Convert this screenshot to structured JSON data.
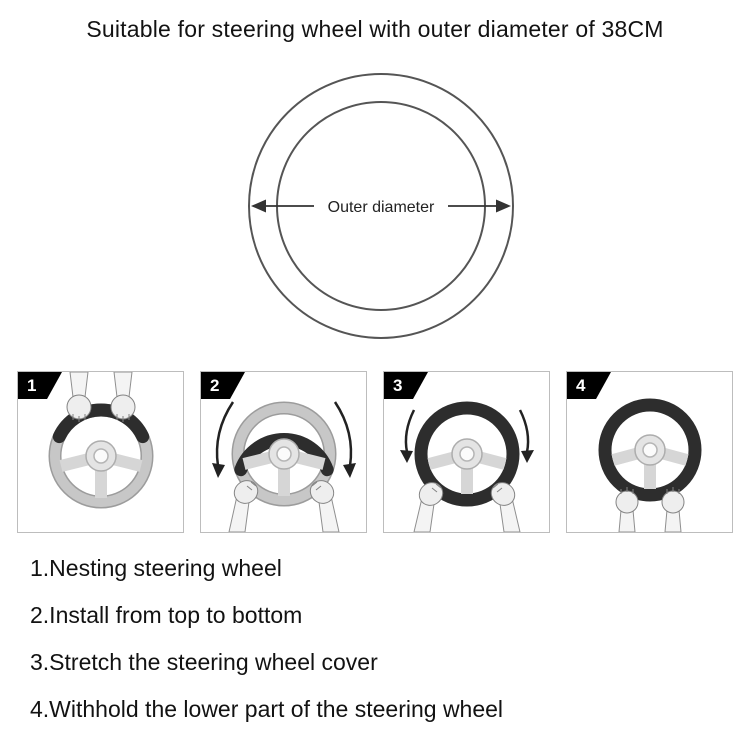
{
  "title": "Suitable for steering wheel with outer diameter of 38CM",
  "diagram": {
    "arrow_label": "Outer diameter"
  },
  "steps": [
    {
      "badge": "1",
      "illustration": "hands-nesting-wheel-top"
    },
    {
      "badge": "2",
      "illustration": "pull-cover-down-both-sides"
    },
    {
      "badge": "3",
      "illustration": "stretch-cover-over-rim"
    },
    {
      "badge": "4",
      "illustration": "hold-lower-part-of-wheel"
    }
  ],
  "instructions": [
    "1.Nesting steering wheel",
    "2.Install from top to bottom",
    "3.Stretch the steering wheel cover",
    "4.Withhold the lower part of the steering wheel"
  ],
  "colors": {
    "text": "#121212",
    "wheel_outline": "#555555",
    "cover_black": "#2d2d2d",
    "wheel_gray": "#c7c7c7",
    "badge_bg": "#000000",
    "badge_text": "#ffffff"
  }
}
